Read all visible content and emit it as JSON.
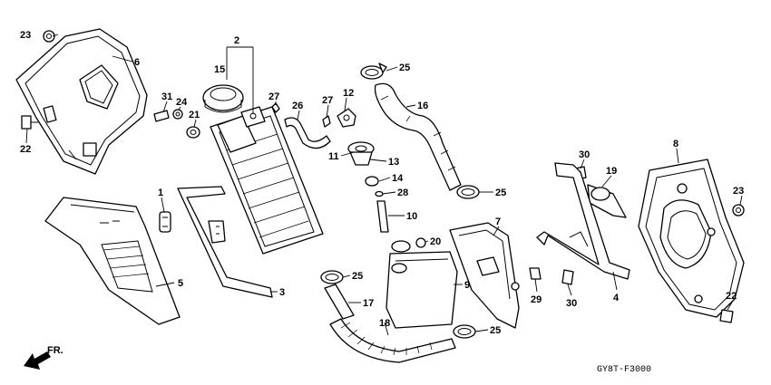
{
  "diagram_code": "GY8T-F3000",
  "direction_label": "FR.",
  "labels": {
    "l2": "2",
    "l15": "15",
    "l23a": "23",
    "l6": "6",
    "l31": "31",
    "l24": "24",
    "l21": "21",
    "l22a": "22",
    "l1": "1",
    "l5": "5",
    "l3": "3",
    "l27a": "27",
    "l26": "26",
    "l27b": "27",
    "l12": "12",
    "l25a": "25",
    "l16": "16",
    "l11": "11",
    "l13": "13",
    "l14": "14",
    "l28": "28",
    "l10": "10",
    "l25b": "25",
    "l20": "20",
    "l25c": "25",
    "l17": "17",
    "l18": "18",
    "l9": "9",
    "l25d": "25",
    "l7": "7",
    "l29": "29",
    "l30a": "30",
    "l30b": "30",
    "l19": "19",
    "l4": "4",
    "l8": "8",
    "l23b": "23",
    "l22b": "22"
  }
}
